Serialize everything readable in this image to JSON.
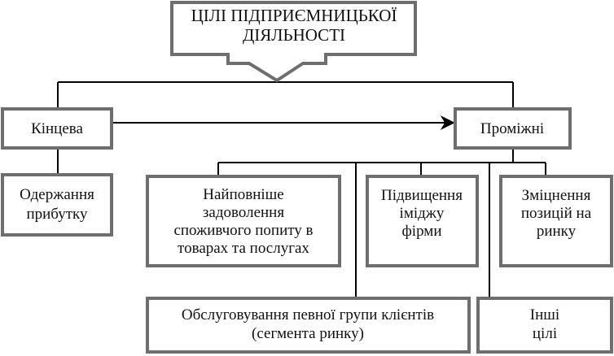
{
  "root": {
    "lines": [
      "ЦІЛІ ПІДПРИЄМНИЦЬКОЇ",
      "ДІЯЛЬНОСТІ"
    ]
  },
  "left": {
    "label": "Кінцева"
  },
  "right": {
    "label": "Проміжні"
  },
  "final_goal": {
    "lines": [
      "Одержання",
      "прибутку"
    ]
  },
  "intermediate_goals": [
    {
      "lines": [
        "Найповніше",
        "задоволення",
        "споживчого попиту в",
        "товарах та послугах"
      ]
    },
    {
      "lines": [
        "Підвищення",
        "іміджу",
        "фірми"
      ]
    },
    {
      "lines": [
        "Зміцнення",
        "позицій на",
        "ринку"
      ]
    },
    {
      "lines": [
        "Обслуговування певної групи клієнтів",
        "(сегмента ринку)"
      ]
    },
    {
      "lines": [
        "Інші",
        "цілі"
      ]
    }
  ],
  "colors": {
    "box_border": "#6e6e6e",
    "connector": "#000000",
    "text": "#111111"
  }
}
